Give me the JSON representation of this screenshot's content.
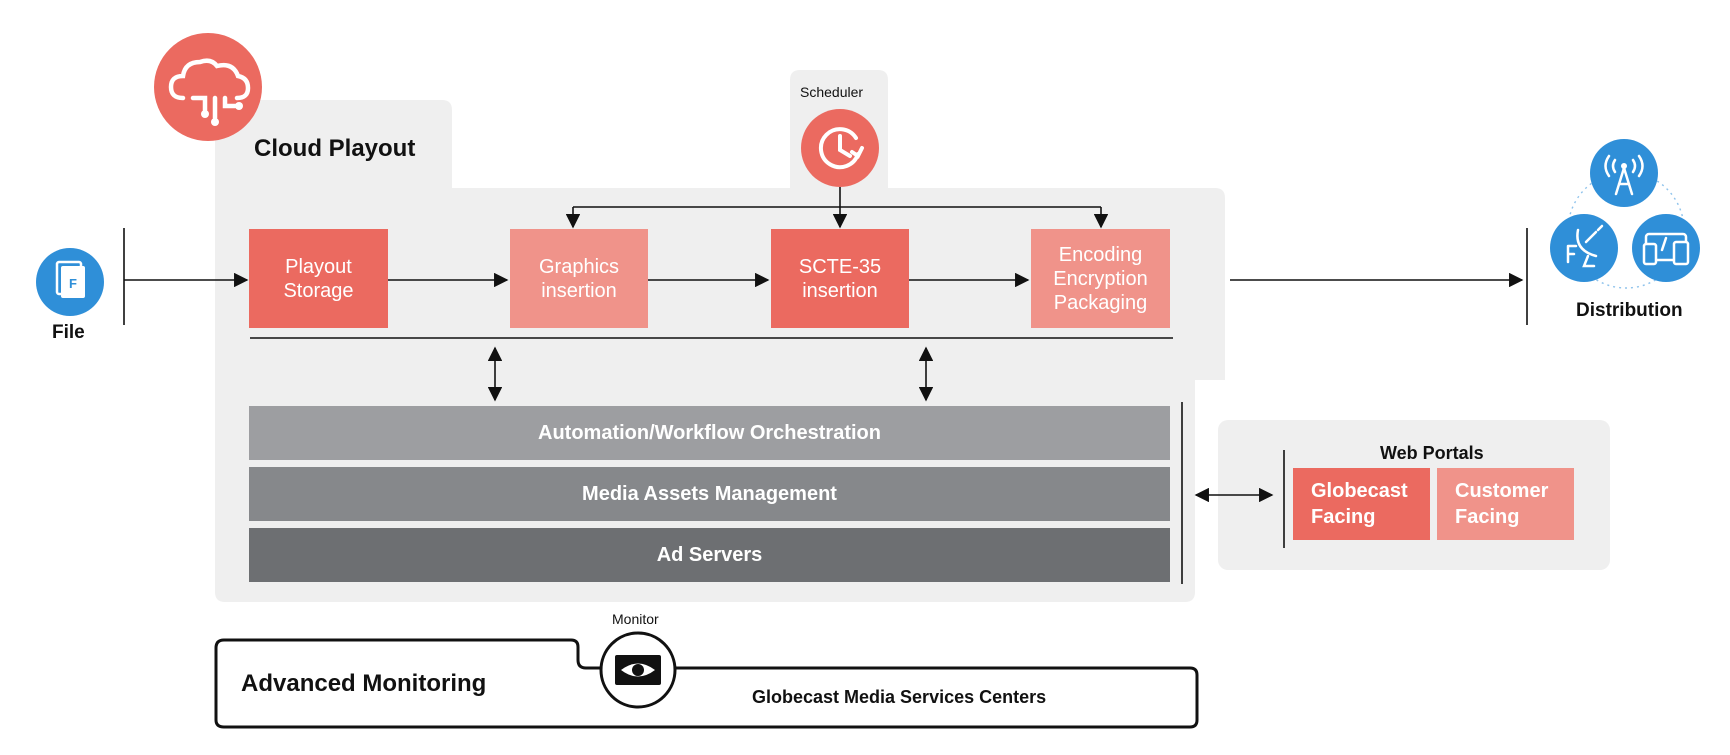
{
  "title": "Cloud Playout",
  "scheduler": {
    "label": "Scheduler",
    "icon": "clock-icon"
  },
  "file": {
    "label": "File",
    "icon": "file-icon",
    "glyph": "F"
  },
  "distribution": {
    "label": "Distribution",
    "icons": [
      "antenna-icon",
      "satellite-dish-icon",
      "devices-icon"
    ]
  },
  "pipeline": [
    {
      "label": "Playout\nStorage",
      "color": "#eb6a60"
    },
    {
      "label": "Graphics\ninsertion",
      "color": "#f0938a"
    },
    {
      "label": "SCTE-35\ninsertion",
      "color": "#eb6a60"
    },
    {
      "label": "Encoding\nEncryption\nPackaging",
      "color": "#f0938a"
    }
  ],
  "services": [
    {
      "label": "Automation/Workflow Orchestration",
      "color": "#9d9ea1"
    },
    {
      "label": "Media Assets Management",
      "color": "#86888b"
    },
    {
      "label": "Ad Servers",
      "color": "#6d6f72"
    }
  ],
  "web_portals": {
    "title": "Web Portals",
    "items": [
      {
        "label": "Globecast\nFacing",
        "color": "#eb6a60"
      },
      {
        "label": "Customer\nFacing",
        "color": "#f0938a"
      }
    ]
  },
  "monitoring": {
    "title": "Advanced Monitoring",
    "monitor_label": "Monitor",
    "monitor_icon": "eye-icon",
    "subtitle": "Globecast Media Services Centers"
  },
  "colors": {
    "coral": "#eb6a60",
    "salmon": "#f0938a",
    "blue": "#2f8fd8",
    "panel": "#efefef"
  },
  "cloud_icon": "cloud-circuit-icon"
}
